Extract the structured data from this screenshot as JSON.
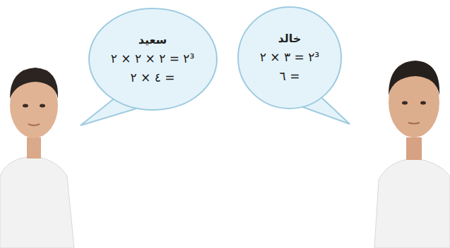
{
  "diagram": {
    "nodes": [
      {
        "text": [
          "خالد",
          "٢³ = ٣ × ٢",
          "= ٦"
        ]
      },
      {
        "text": [
          "سعيد",
          "٢³ = ٢ × ٢ × ٢",
          "= ٤ × ٢"
        ]
      }
    ],
    "edges": []
  }
}
